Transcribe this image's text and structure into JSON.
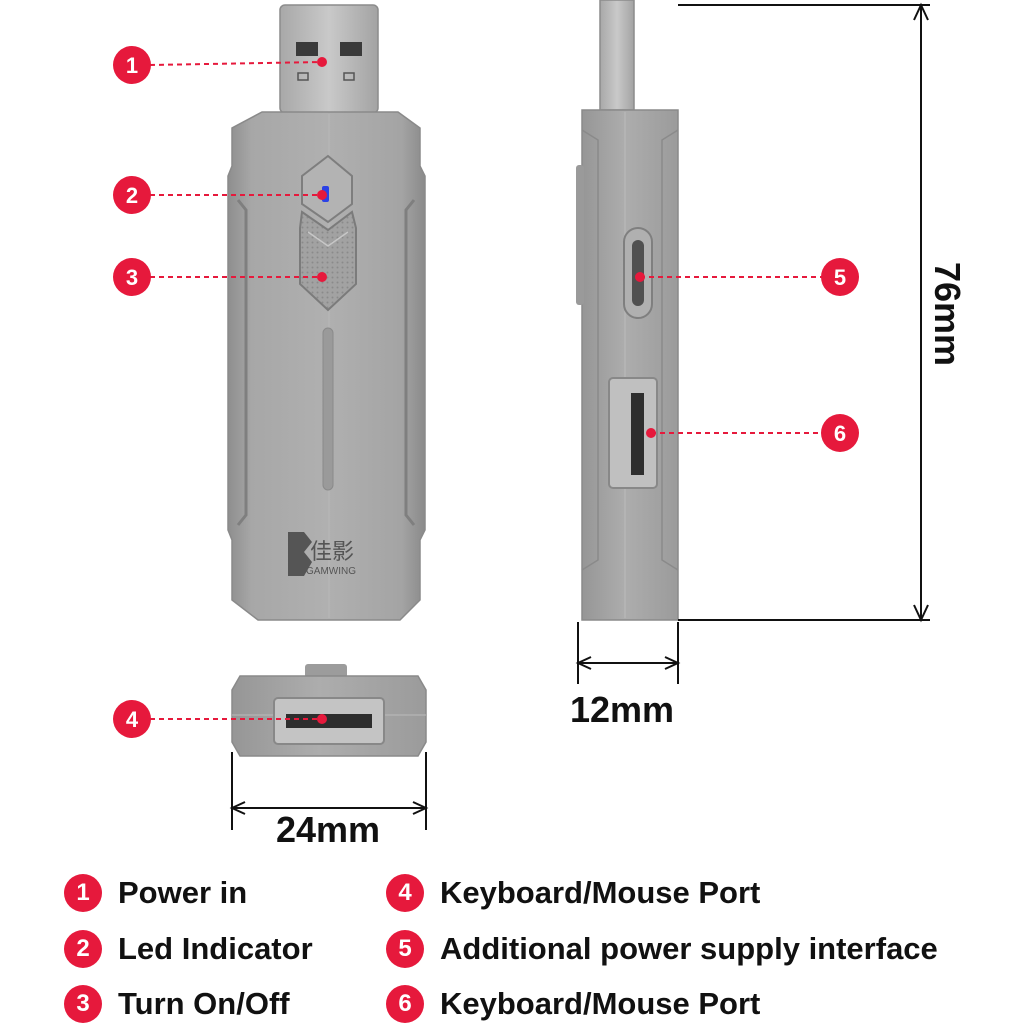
{
  "callouts": [
    {
      "number": "1"
    },
    {
      "number": "2"
    },
    {
      "number": "3"
    },
    {
      "number": "4"
    },
    {
      "number": "5"
    },
    {
      "number": "6"
    }
  ],
  "dimensions": {
    "height": "76mm",
    "thickness": "12mm",
    "width": "24mm"
  },
  "brand": {
    "chinese": "佳影",
    "english": "GAMWING"
  },
  "legend": [
    {
      "number": "1",
      "label": "Power in"
    },
    {
      "number": "2",
      "label": "Led Indicator"
    },
    {
      "number": "3",
      "label": "Turn On/Off"
    },
    {
      "number": "4",
      "label": "Keyboard/Mouse Port"
    },
    {
      "number": "5",
      "label": "Additional power supply interface"
    },
    {
      "number": "6",
      "label": "Keyboard/Mouse Port"
    }
  ],
  "colors": {
    "accent": "#e6193c",
    "body": "#a9a9a9",
    "body_dark": "#8f8f8f",
    "connector": "#b8b8b8"
  }
}
